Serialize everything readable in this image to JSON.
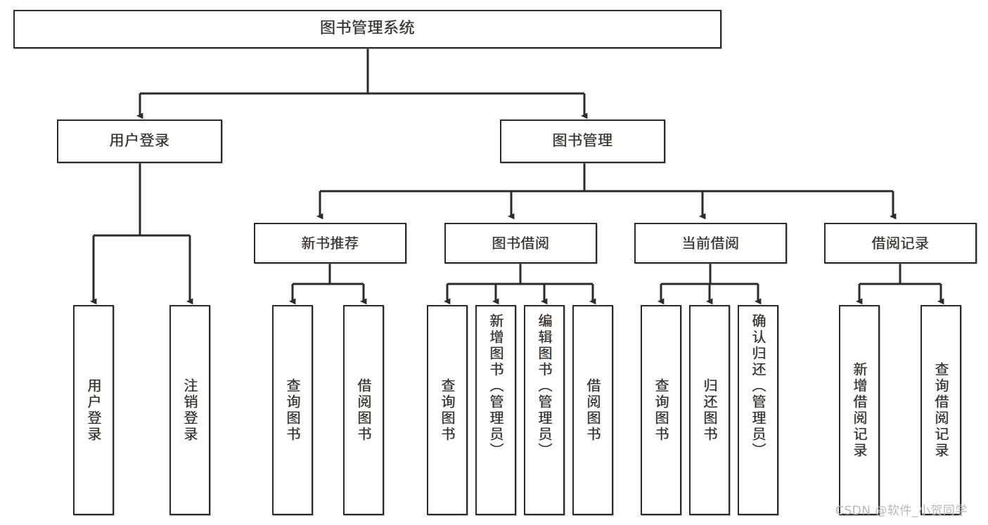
{
  "diagram": {
    "title": "图书管理系统",
    "type": "function-structure-tree",
    "watermark": "CSDN @软件_小贺同学",
    "colors": {
      "box_border": "#2b2b2b",
      "text": "#2f2f2f",
      "edge": "#2b2b2b",
      "background": "#ffffff",
      "watermark": "#b9b9b9"
    },
    "root": {
      "id": "root",
      "label": "图书管理系统"
    },
    "level1": [
      {
        "id": "user-login",
        "label": "用户登录"
      },
      {
        "id": "book-manage",
        "label": "图书管理"
      }
    ],
    "level2": [
      {
        "id": "new-book-recommend",
        "label": "新书推荐",
        "parent": "book-manage"
      },
      {
        "id": "book-borrow",
        "label": "图书借阅",
        "parent": "book-manage"
      },
      {
        "id": "current-borrow",
        "label": "当前借阅",
        "parent": "book-manage"
      },
      {
        "id": "borrow-record",
        "label": "借阅记录",
        "parent": "book-manage"
      }
    ],
    "leaves": [
      {
        "id": "leaf-user-login",
        "label": "用户登录",
        "parent": "user-login"
      },
      {
        "id": "leaf-user-logout",
        "label": "注销登录",
        "parent": "user-login"
      },
      {
        "id": "leaf-query-book-1",
        "label": "查询图书",
        "parent": "new-book-recommend"
      },
      {
        "id": "leaf-borrow-book-1",
        "label": "借阅图书",
        "parent": "new-book-recommend"
      },
      {
        "id": "leaf-query-book-2",
        "label": "查询图书",
        "parent": "book-borrow"
      },
      {
        "id": "leaf-add-book",
        "label": "新增图书（管理员）",
        "parent": "book-borrow"
      },
      {
        "id": "leaf-edit-book",
        "label": "编辑图书（管理员）",
        "parent": "book-borrow"
      },
      {
        "id": "leaf-borrow-book-2",
        "label": "借阅图书",
        "parent": "book-borrow"
      },
      {
        "id": "leaf-query-book-3",
        "label": "查询图书",
        "parent": "current-borrow"
      },
      {
        "id": "leaf-return-book",
        "label": "归还图书",
        "parent": "current-borrow"
      },
      {
        "id": "leaf-confirm-return",
        "label": "确认归还（管理员）",
        "parent": "current-borrow"
      },
      {
        "id": "leaf-add-record",
        "label": "新增借阅记录",
        "parent": "borrow-record"
      },
      {
        "id": "leaf-query-record",
        "label": "查询借阅记录",
        "parent": "borrow-record"
      }
    ]
  }
}
